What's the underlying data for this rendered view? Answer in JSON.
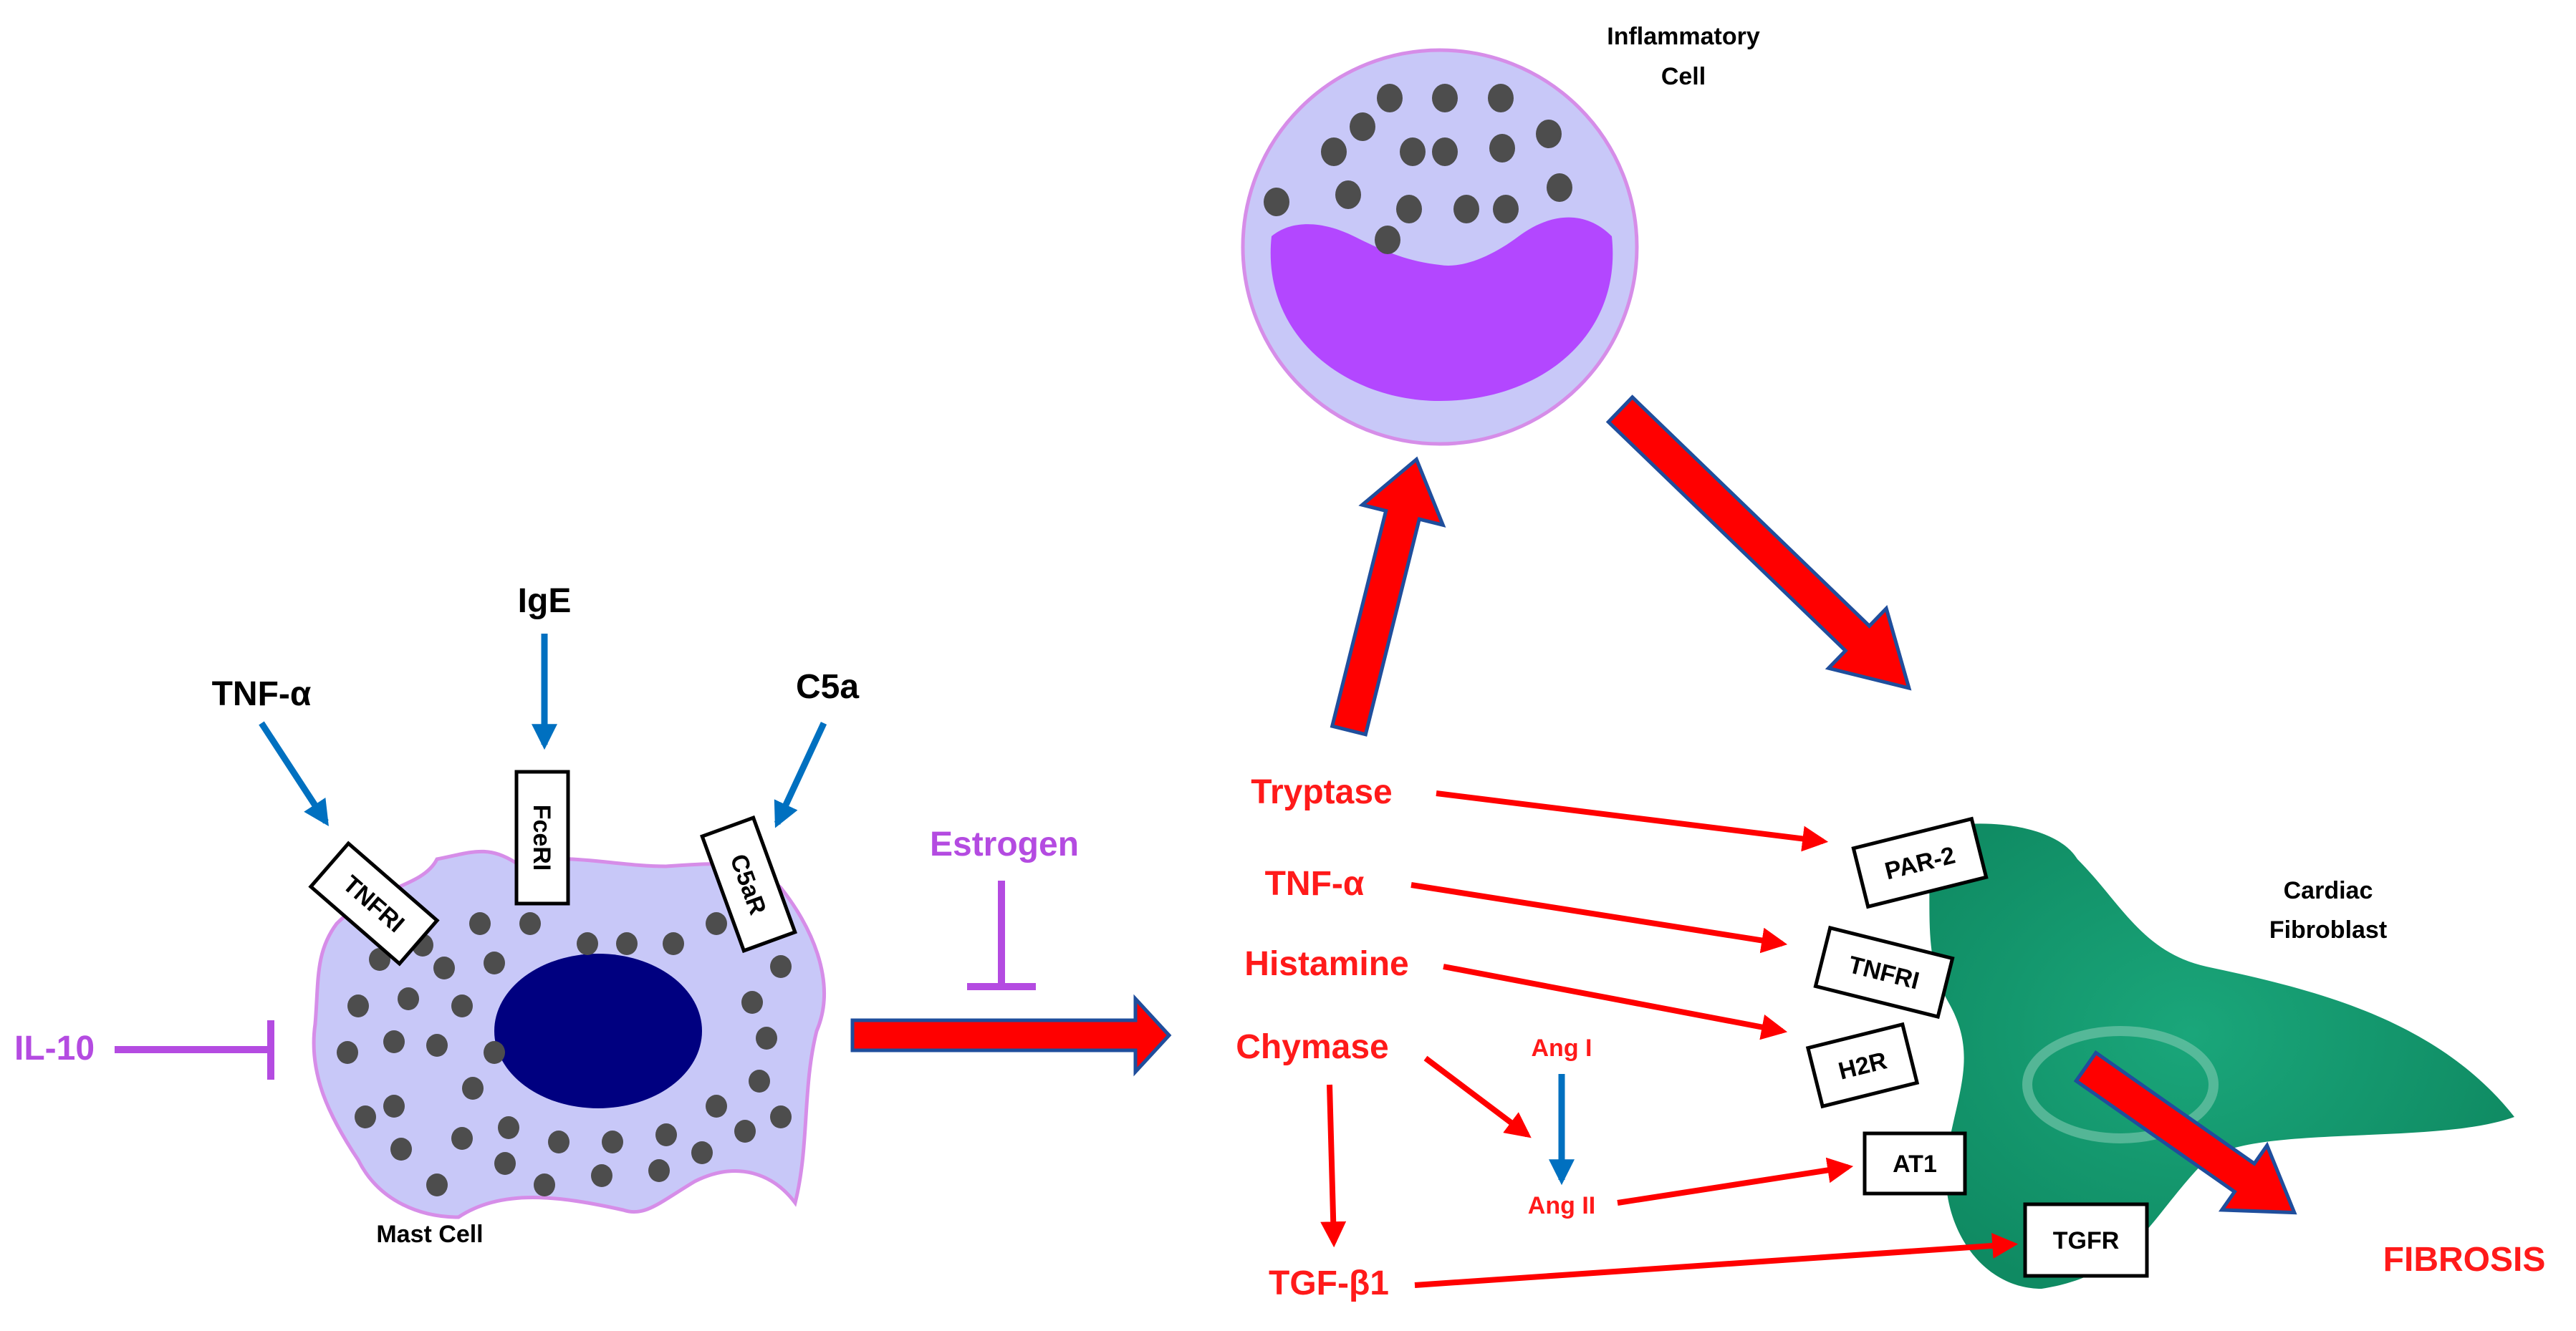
{
  "labels": {
    "inflammatory_cell": [
      "Inflammatory",
      "Cell"
    ],
    "cardiac_fibroblast": [
      "Cardiac",
      "Fibroblast"
    ],
    "mast_cell": "Mast Cell",
    "tnf_top": "TNF-α",
    "ige": "IgE",
    "c5a": "C5a",
    "il10": "IL-10",
    "estrogen": "Estrogen",
    "tryptase": "Tryptase",
    "tnf_red": "TNF-α",
    "histamine": "Histamine",
    "chymase": "Chymase",
    "ang1": "Ang I",
    "ang2": "Ang II",
    "tgfb1": "TGF-β1",
    "fibrosis": "FIBROSIS"
  },
  "receptors": {
    "tnfri_mast": "TNFRI",
    "fceri": "FceRI",
    "c5ar": "C5aR",
    "par2": "PAR-2",
    "tnfri_fib": "TNFRI",
    "h2r": "H2R",
    "at1": "AT1",
    "tgfr": "TGFR"
  },
  "colors": {
    "red_arrow": "#ff0000",
    "arrow_outline": "#1f4e9c",
    "blue_arrow": "#0070c0",
    "purple_inhibit": "#b44be1",
    "cell_fill": "#c8c8f8",
    "cell_outline": "#d68de8",
    "nucleus_mast": "#000080",
    "nucleus_inflam": "#b347ff",
    "granule": "#4d4d4d",
    "fibroblast": "#12946a"
  }
}
